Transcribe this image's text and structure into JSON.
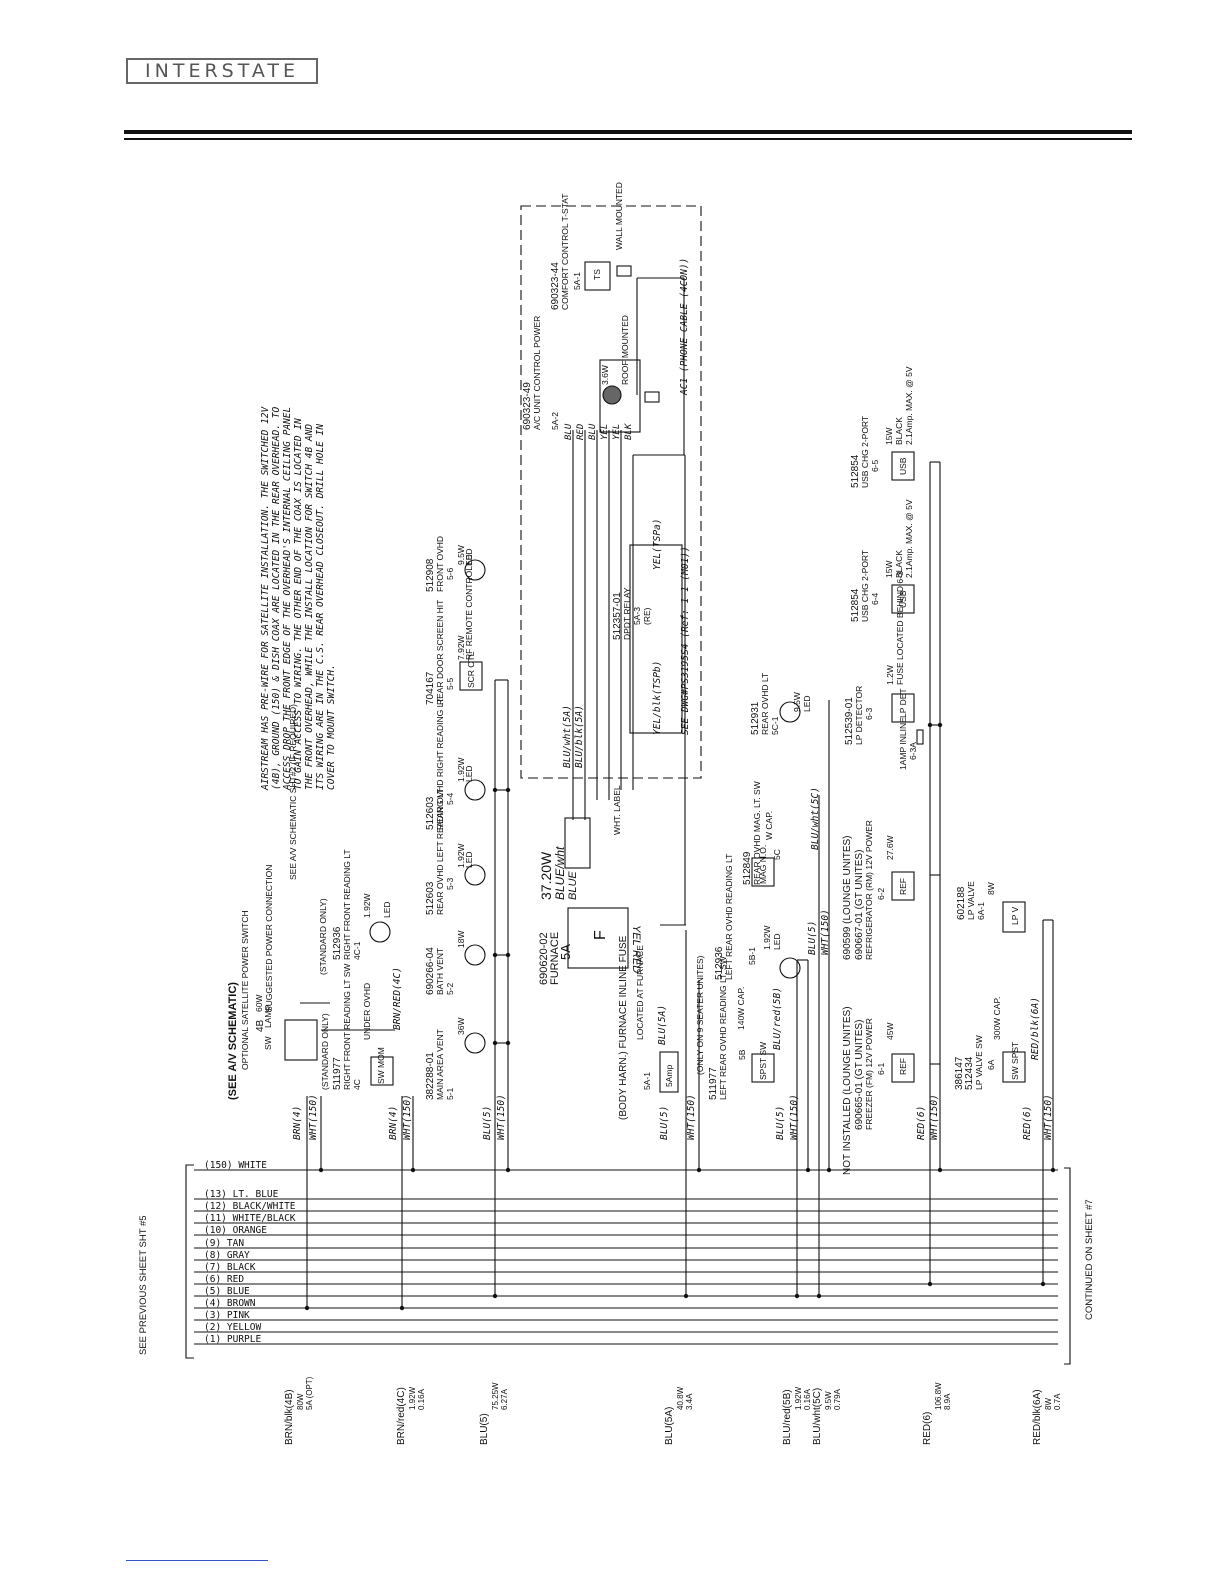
{
  "header": {
    "brand": "INTERSTATE"
  },
  "prev_sheet": "SEE PREVIOUS SHEET SHT #5",
  "next_sheet": "CONTINUED ON SHEET #7",
  "bus_wires": [
    "(150) WHITE",
    "(13) LT. BLUE",
    "(12) BLACK/WHITE",
    "(11) WHITE/BLACK",
    "(10) ORANGE",
    "(9) TAN",
    "(8) GRAY",
    "(7) BLACK",
    "(6) RED",
    "(5) BLUE",
    "(4) BROWN",
    "(3) PINK",
    "(2) YELLOW",
    "(1) PURPLE"
  ],
  "note": [
    "AIRSTREAM HAS PRE-WIRE FOR SATELLITE INSTALLATION. THE SWITCHED 12V",
    "(4B), GROUND (150) & DISH COAX ARE LOCATED IN THE REAR OVERHEAD. TO",
    "ACCESS DROP THE FRONT EDGE OF THE OVERHEAD'S INTERNAL CEILING PANEL",
    "TO GAIN ACCESS TO WIRING. THE OTHER END OF THE COAX IS LOCATED IN",
    "THE FRONT OVERHEAD, WHILE THE INSTALL LOCATION FOR SWITCH 4B AND",
    "ITS WIRING ARE IN THE C.S. REAR OVERHEAD CLOSEOUT. DRILL HOLE IN",
    "COVER TO MOUNT SWITCH."
  ],
  "circuits": [
    {
      "label": "BRN/blk(4B)",
      "power": "80W",
      "current": "5A (OPT)"
    },
    {
      "label": "BRN/red(4C)",
      "power": "1.92W",
      "current": "0.16A"
    },
    {
      "label": "BLU(5)",
      "power": "75.25W",
      "current": "6.27A"
    },
    {
      "label": "BLU(5A)",
      "power": "40.8W",
      "current": "3.4A"
    },
    {
      "label": "BLU/red(5B)",
      "power": "1.92W",
      "current": "0.16A"
    },
    {
      "label": "BLU/wht(5C)",
      "power": "9.5W",
      "current": "0.79A"
    },
    {
      "label": "RED(6)",
      "power": "106.8W",
      "current": "8.9A"
    },
    {
      "label": "RED/blk(6A)",
      "power": "8W",
      "current": "0.7A"
    }
  ],
  "branch_wires": {
    "brn4": "BRN(4)",
    "wht150": "WHT(150)",
    "brn_red_4c": "BRN/RED(4C)",
    "blu5": "BLU(5)",
    "blu5a": "BLU(5A)",
    "blu_red_5b": "BLU/red(5B)",
    "blu_wht_5c": "BLU/wht(5C)",
    "red6": "RED(6)",
    "red_blk_6a": "RED/blk(6A)",
    "blu_wht_5a": "BLU/wht(5A)",
    "blu_blk_5b": "BLU/blk(5A)",
    "yel_blk": "YEL/blk(TSPb)",
    "yel_tspa": "YEL(TSPa)",
    "ac1": "AC1 (PHONE CABLE (4CON))",
    "see_dwg": "SEE DWG#PS3195S4 (Ref: 1-1 (M01))"
  },
  "components": {
    "av": {
      "title": "(SEE A/V SCHEMATIC)",
      "sub": "OPTIONAL SATELLITE POWER SWITCH",
      "ref": "4B",
      "lamp": "LAMP",
      "sw": "SW",
      "power": "60W",
      "note": "SUGGESTED POWER CONNECTION"
    },
    "c511977": {
      "std": "(STANDARD ONLY)",
      "part": "511977",
      "desc": "RIGHT FRONT READING LT SW",
      "ref": "4C",
      "sym": "SW MOM",
      "loc": "UNDER OVHD"
    },
    "c512936a": {
      "std": "(STANDARD ONLY)",
      "part": "512936",
      "desc": "RIGHT FRONT READING LT",
      "ref": "4C-1",
      "power": "1.92W",
      "type": "LED"
    },
    "av_note": "SEE A/V SCHEMATIC SHT#2 (IF REQUIRED)",
    "c382288": {
      "part": "382288-01",
      "desc": "MAIN AREA VENT",
      "ref": "5-1",
      "power": "36W"
    },
    "c690266": {
      "part": "690266-04",
      "desc": "BATH VENT",
      "ref": "5-2",
      "power": "18W"
    },
    "c512603a": {
      "part": "512603",
      "desc": "REAR OVHD LEFT READING LT",
      "ref": "5-3",
      "power": "1.92W",
      "type": "LED"
    },
    "c512603b": {
      "part": "512603",
      "desc": "REAR OVHD RIGHT READING LT",
      "ref": "5-4",
      "power": "1.92W",
      "type": "LED"
    },
    "c704167": {
      "part": "704167",
      "desc": "REAR DOOR SCREEN HIT",
      "ref": "5-5",
      "sym": "SCR CTL",
      "power": "7.92W",
      "note": "RF REMOTE CONTROLED"
    },
    "c512908": {
      "part": "512908",
      "desc": "FRONT OVHD",
      "ref": "5-6",
      "power": "9.5W",
      "type": "LED"
    },
    "furnace": {
      "part": "690620-02",
      "desc": "FURNACE",
      "ref": "5A",
      "power": "37.20W",
      "wire": "BLUE/wht",
      "blue": "BLUE",
      "yel": "YEL",
      "red": "RED",
      "sym": "F",
      "label": "WHT. LABEL"
    },
    "fuse": {
      "desc": "(BODY HARN.) FURNACE INLINE FUSE",
      "ref": "5A-1",
      "rating": "5Amp",
      "loc": "LOCATED AT FURNACE"
    },
    "seater": "(ONLY ON 9 SEATER UNITES)",
    "c511977b": {
      "part": "511977",
      "desc": "LEFT REAR OVHD READING LT. SW",
      "ref": "5B",
      "sym": "SPST SW",
      "cap": "140W CAP."
    },
    "c512936b": {
      "part": "512936",
      "desc": "LEFT REAR OVHD READING LT",
      "ref": "5B-1",
      "power": "1.92W",
      "type": "LED"
    },
    "c512849": {
      "part": "512849",
      "desc": "REAR OVHD MAG. LT. SW",
      "ref": "5C",
      "sym": "MAG N.O.",
      "cap": "W CAP."
    },
    "c512931": {
      "part": "512931",
      "desc": "REAR OVHD LT",
      "ref": "5C-1",
      "power": "9.5W",
      "type": "LED"
    },
    "ac": {
      "part": "690323-49",
      "desc": "A/C UNIT CONTROL POWER",
      "ref": "5A-2",
      "power": "3.6W",
      "loc": "ROOF MOUNTED",
      "wires": [
        "BLU",
        "RED",
        "BLU",
        "YEL",
        "YEL",
        "BLK"
      ]
    },
    "tstat": {
      "part": "690323-44",
      "desc": "COMFORT CONTROL T-STAT",
      "ref": "5A-1",
      "sym": "TS",
      "loc": "WALL MOUNTED"
    },
    "relay": {
      "part": "512357-01",
      "desc": "DPDT RELAY",
      "ref": "5A-3",
      "rw": "(RE)"
    },
    "not_installed": "NOT INSTALLED (LOUNGE UNITES)",
    "c690665": {
      "part": "690665-01 (GT UNITES)",
      "desc": "FREEZER (FM) 12V POWER",
      "ref": "6-1",
      "sym": "REF",
      "power": "45W"
    },
    "c690599": {
      "part": "690599 (LOUNGE UNITES)",
      "part2": "690667-01 (GT UNITES)",
      "desc": "REFRIGERATOR (RM) 12V POWER",
      "ref": "6-2",
      "sym": "REF",
      "power": "27.6W"
    },
    "c512539": {
      "part": "512539-01",
      "desc": "LP DETECTOR",
      "ref": "6-3",
      "sym": "LP DET",
      "power": "1.2W",
      "note": "FUSE LOCATED BEHIND 6-3"
    },
    "fuse2": {
      "rating": "1AMP INLINE",
      "ref": "6-3A"
    },
    "c512854a": {
      "part": "512854",
      "desc": "USB CHG 2-PORT",
      "ref": "6-4",
      "sym": "USB",
      "power": "15W",
      "color": "BLACK",
      "max": "2.1Amp. MAX. @ 5V"
    },
    "c512854b": {
      "part": "512854",
      "desc": "USB CHG 2-PORT",
      "ref": "6-5",
      "sym": "USB",
      "power": "15W",
      "color": "BLACK",
      "max": "2.1Amp. MAX. @ 5V"
    },
    "c386147": {
      "part": "386147",
      "part2": "512434",
      "desc": "LP VALVE SW",
      "ref": "6A",
      "sym": "SW SPST",
      "cap": "300W CAP."
    },
    "c602188": {
      "part": "602188",
      "desc": "LP VALVE",
      "ref": "6A-1",
      "sym": "LP V",
      "power": "8W"
    }
  }
}
